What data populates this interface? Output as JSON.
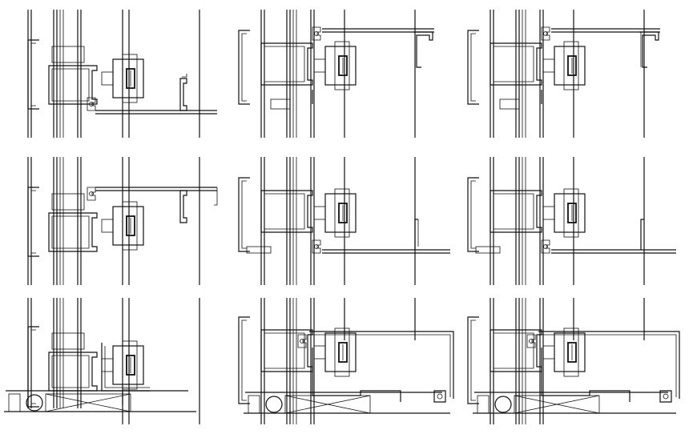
{
  "drawing": {
    "rows": 3,
    "cols": 3,
    "line_color": "#111111",
    "background": "#ffffff",
    "details": [
      {
        "row": 1,
        "col": 1,
        "kind": "transom-head"
      },
      {
        "row": 1,
        "col": 2,
        "kind": "transom-head"
      },
      {
        "row": 1,
        "col": 3,
        "kind": "transom-head"
      },
      {
        "row": 2,
        "col": 1,
        "kind": "transom-intermediate"
      },
      {
        "row": 2,
        "col": 2,
        "kind": "transom-intermediate"
      },
      {
        "row": 2,
        "col": 3,
        "kind": "transom-intermediate"
      },
      {
        "row": 3,
        "col": 1,
        "kind": "sill"
      },
      {
        "row": 3,
        "col": 2,
        "kind": "sill"
      },
      {
        "row": 3,
        "col": 3,
        "kind": "sill"
      }
    ]
  }
}
